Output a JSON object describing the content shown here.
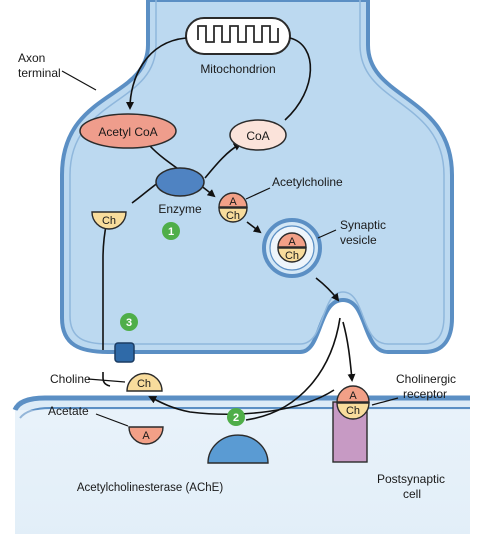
{
  "labels": {
    "axon_terminal_line1": "Axon",
    "axon_terminal_line2": "terminal",
    "mitochondrion": "Mitochondrion",
    "acetyl_coa": "Acetyl CoA",
    "coa": "CoA",
    "enzyme": "Enzyme",
    "acetylcholine": "Acetylcholine",
    "synaptic_vesicle_line1": "Synaptic",
    "synaptic_vesicle_line2": "vesicle",
    "choline": "Choline",
    "acetate": "Acetate",
    "cholinergic_receptor_line1": "Cholinergic",
    "cholinergic_receptor_line2": "receptor",
    "postsynaptic_cell_line1": "Postsynaptic",
    "postsynaptic_cell_line2": "cell",
    "ache": "Acetylcholinesterase (AChE)"
  },
  "molecules": {
    "choline": "Ch",
    "acetyl": "A"
  },
  "steps": [
    "1",
    "2",
    "3"
  ],
  "colors": {
    "cytoplasm": "#bcd9f0",
    "membrane": "#5b8fc4",
    "acetyl_coa_fill": "#ef9d8c",
    "coa_fill": "#fbe3da",
    "enzyme_fill": "#4f83c2",
    "acetyl_fill": "#f2a087",
    "choline_fill": "#f8dc9c",
    "step_green": "#4fae49",
    "receptor_fill": "#c79ac4",
    "transporter_fill": "#2f6aa8"
  }
}
